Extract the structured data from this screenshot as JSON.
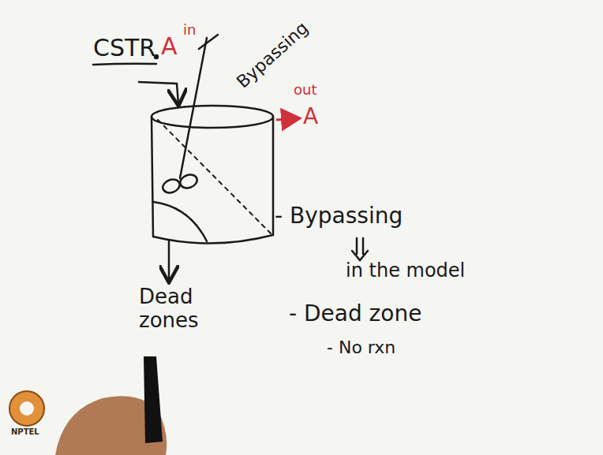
{
  "diagram": {
    "title": "CSTR",
    "labels": [
      "A",
      "in",
      "Bypassing",
      "out",
      "A",
      "Dead zones",
      "- Bypassing",
      "in the model",
      "- Dead zone",
      "- No rxn",
      "NPTEL"
    ]
  }
}
